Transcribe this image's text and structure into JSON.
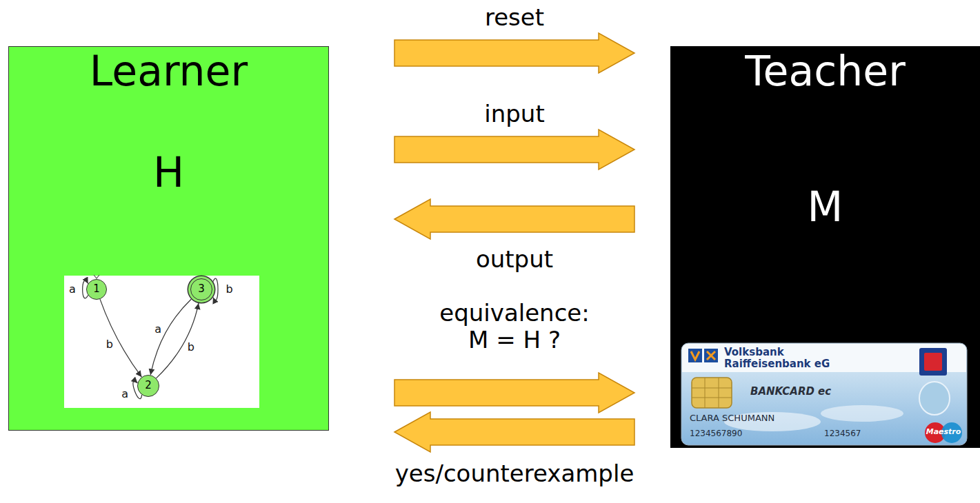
{
  "diagram": {
    "nodes": [
      {
        "text": [
          "Learner",
          "H"
        ]
      },
      {
        "text": [
          "1"
        ],
        "in": 0
      },
      {
        "text": [
          "3"
        ],
        "in": 0
      },
      {
        "text": [
          "2"
        ],
        "in": 0
      },
      {
        "text": [
          "Teacher",
          "M"
        ]
      }
    ],
    "edges": [
      {
        "from": 0,
        "to": 4,
        "label": "reset",
        "arrow": "to"
      },
      {
        "from": 0,
        "to": 4,
        "label": "input",
        "arrow": "to"
      },
      {
        "from": 4,
        "to": 0,
        "label": "output",
        "arrow": "to"
      },
      {
        "from": 0,
        "to": 4,
        "label": "equivalence: M = H ?",
        "arrow": "to"
      },
      {
        "from": 4,
        "to": 0,
        "label": "yes/counterexample",
        "arrow": "to"
      },
      {
        "from": 1,
        "to": 1,
        "label": "a",
        "arrow": "to"
      },
      {
        "from": 1,
        "to": 3,
        "label": "b",
        "arrow": "to"
      },
      {
        "from": 3,
        "to": 3,
        "label": "a",
        "arrow": "to"
      },
      {
        "from": 2,
        "to": 3,
        "label": "a",
        "arrow": "to"
      },
      {
        "from": 3,
        "to": 2,
        "label": "b",
        "arrow": "to"
      },
      {
        "from": 2,
        "to": 2,
        "label": "b",
        "arrow": "to"
      }
    ],
    "labels": [
      "Volksbank",
      "Raiffeisenbank eG",
      "BANKCARD ec",
      "CLARA SCHUMANN",
      "1234567890",
      "1234567",
      "Maestro"
    ]
  }
}
